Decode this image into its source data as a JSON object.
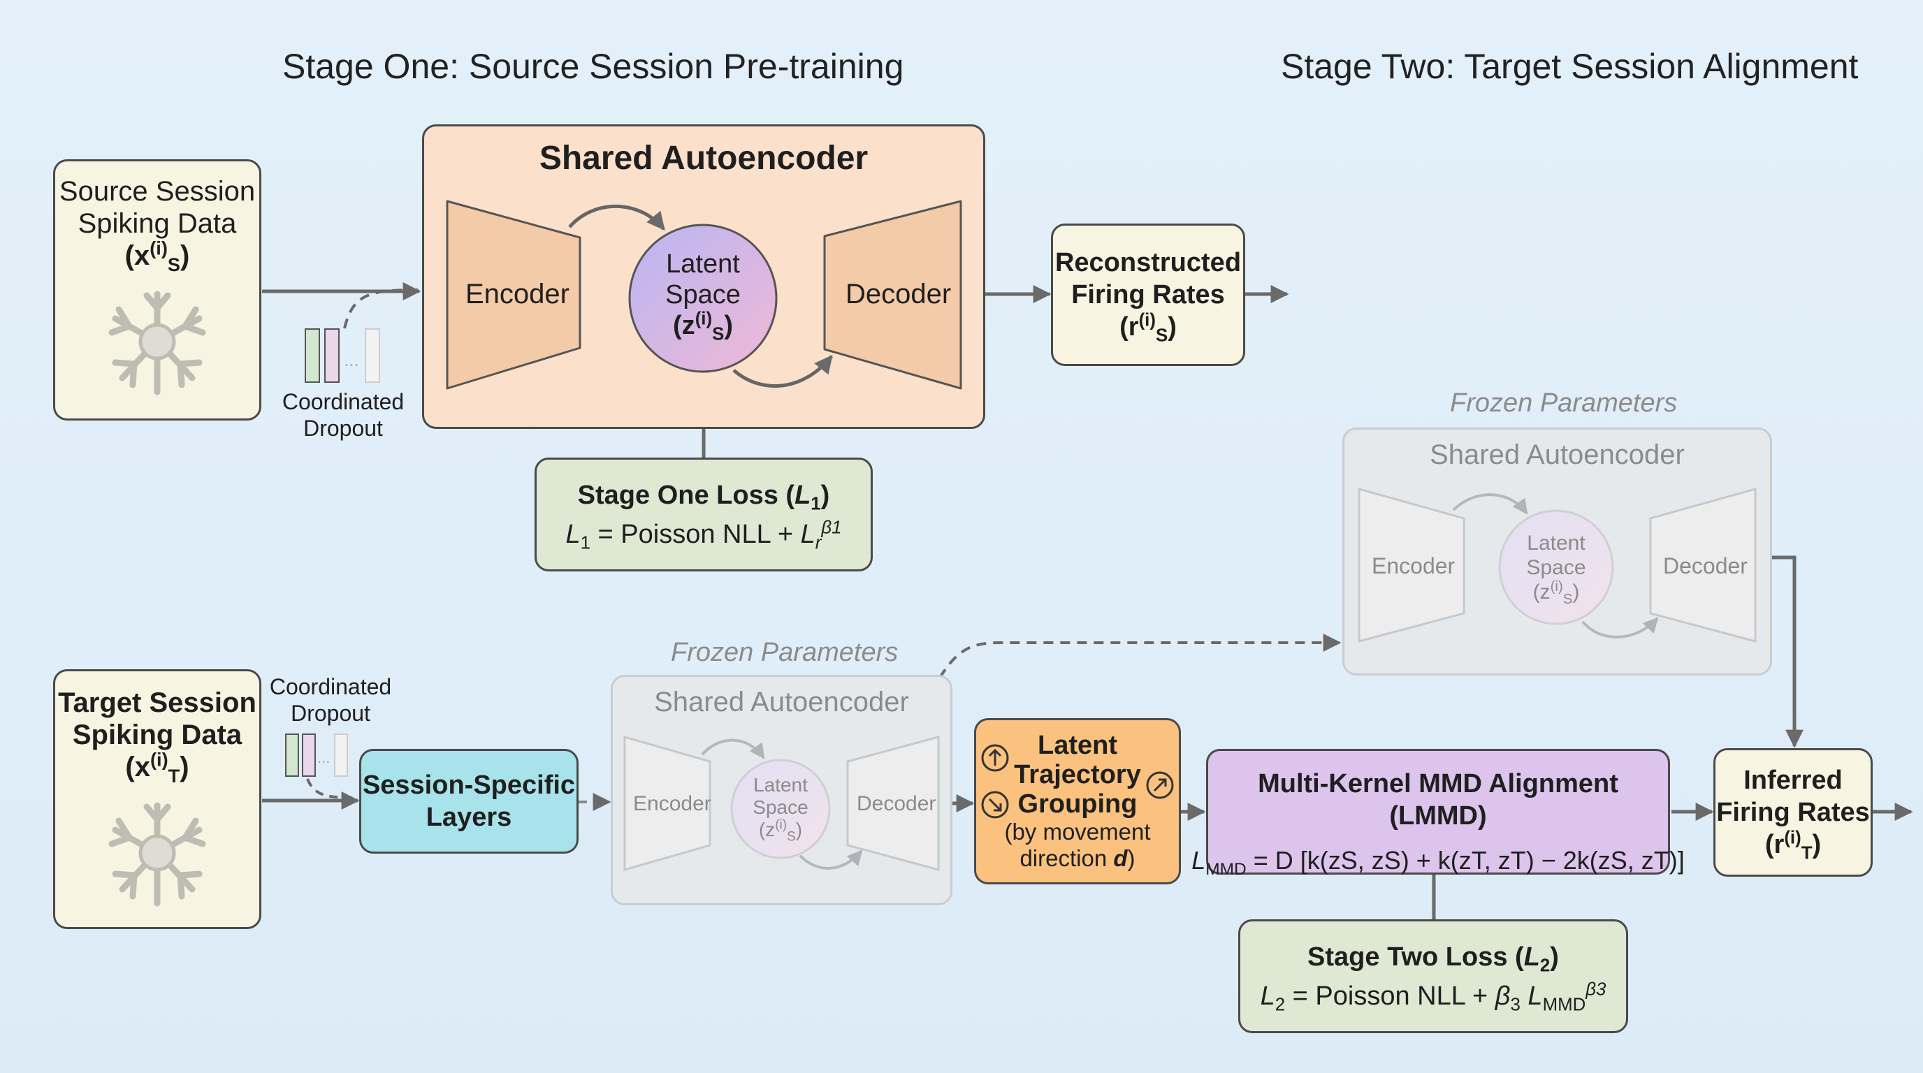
{
  "stage_one_title": "Stage One: Source Session Pre-training",
  "stage_two_title": "Stage Two: Target Session Alignment",
  "source": {
    "line1": "Source Session",
    "line2": "Spiking Data",
    "var_base": "(x",
    "var_sup": "(i)",
    "var_sub": "S",
    "var_end": ")"
  },
  "dropout_top": {
    "line1": "Coordinated",
    "line2": "Dropout"
  },
  "dropout_bottom": {
    "line1": "Coordinated",
    "line2": "Dropout"
  },
  "dots": "...",
  "shared_ae_main": {
    "title": "Shared Autoencoder",
    "encoder": "Encoder",
    "decoder": "Decoder",
    "latent1": "Latent",
    "latent2": "Space",
    "latent_base": "(z",
    "latent_sup": "(i)",
    "latent_sub": "S",
    "latent_end": ")"
  },
  "reconstructed": {
    "line1": "Reconstructed",
    "line2": "Firing Rates",
    "var_base": "(r",
    "var_sup": "(i)",
    "var_sub": "S",
    "var_end": ")"
  },
  "stage_one_loss": {
    "title_pre": "Stage One Loss (",
    "title_var": "L",
    "title_sub": "1",
    "title_end": ")",
    "eq_var": "L",
    "eq_sub": "1",
    "eq_mid": " = Poisson NLL + ",
    "eq_term": "L",
    "eq_term_sub": "r",
    "eq_term_sup": "β1"
  },
  "frozen_top": {
    "label": "Frozen Parameters",
    "title": "Shared Autoencoder",
    "encoder": "Encoder",
    "decoder": "Decoder",
    "latent1": "Latent",
    "latent2": "Space",
    "latent_base": "(z",
    "latent_sup": "(i)",
    "latent_sub": "S",
    "latent_end": ")"
  },
  "frozen_mid": {
    "label": "Frozen Parameters",
    "title": "Shared Autoencoder",
    "encoder": "Encoder",
    "decoder": "Decoder",
    "latent1": "Latent",
    "latent2": "Space",
    "latent_base": "(z",
    "latent_sup": "(i)",
    "latent_sub": "S",
    "latent_end": ")"
  },
  "target": {
    "line1": "Target Session",
    "line2": "Spiking Data",
    "var_base": "(x",
    "var_sup": "(i)",
    "var_sub": "T",
    "var_end": ")"
  },
  "session_specific": {
    "line1": "Session-Specific",
    "line2": "Layers"
  },
  "latent_grouping": {
    "line1": "Latent",
    "line2": "Trajectory",
    "line3": "Grouping",
    "line4": "(by movement",
    "line5_pre": "direction ",
    "line5_var": "d",
    "line5_end": ")"
  },
  "mmd": {
    "title": "Multi-Kernel MMD Alignment (LMMD)",
    "eq_L": "L",
    "eq_L_sub": "MMD",
    "eq_body": " = D [k(zS, zS) + k(zT, zT) − 2k(zS, zT)]"
  },
  "inferred": {
    "line1": "Inferred",
    "line2": "Firing Rates",
    "var_base": "(r",
    "var_sup": "(i)",
    "var_sub": "T",
    "var_end": ")"
  },
  "stage_two_loss": {
    "title_pre": "Stage Two Loss (",
    "title_var": "L",
    "title_sub": "2",
    "title_end": ")",
    "eq_var": "L",
    "eq_sub": "2",
    "eq_mid": " = Poisson NLL + ",
    "eq_beta": "β",
    "eq_beta_sub": "3",
    "eq_term": " L",
    "eq_term_sub": "MMD",
    "eq_term_sup": "β3"
  },
  "colors": {
    "shared_ae_fill": "#fbe1cb",
    "encoder_fill": "#f4cba8",
    "loss_fill": "#dfe8d3",
    "session_specific_fill": "#a8e2ea",
    "grouping_fill": "#fac27e",
    "mmd_fill": "#dcc4ec",
    "cream_fill": "#f7f4e2",
    "frozen_fill": "#e6e9ec"
  }
}
